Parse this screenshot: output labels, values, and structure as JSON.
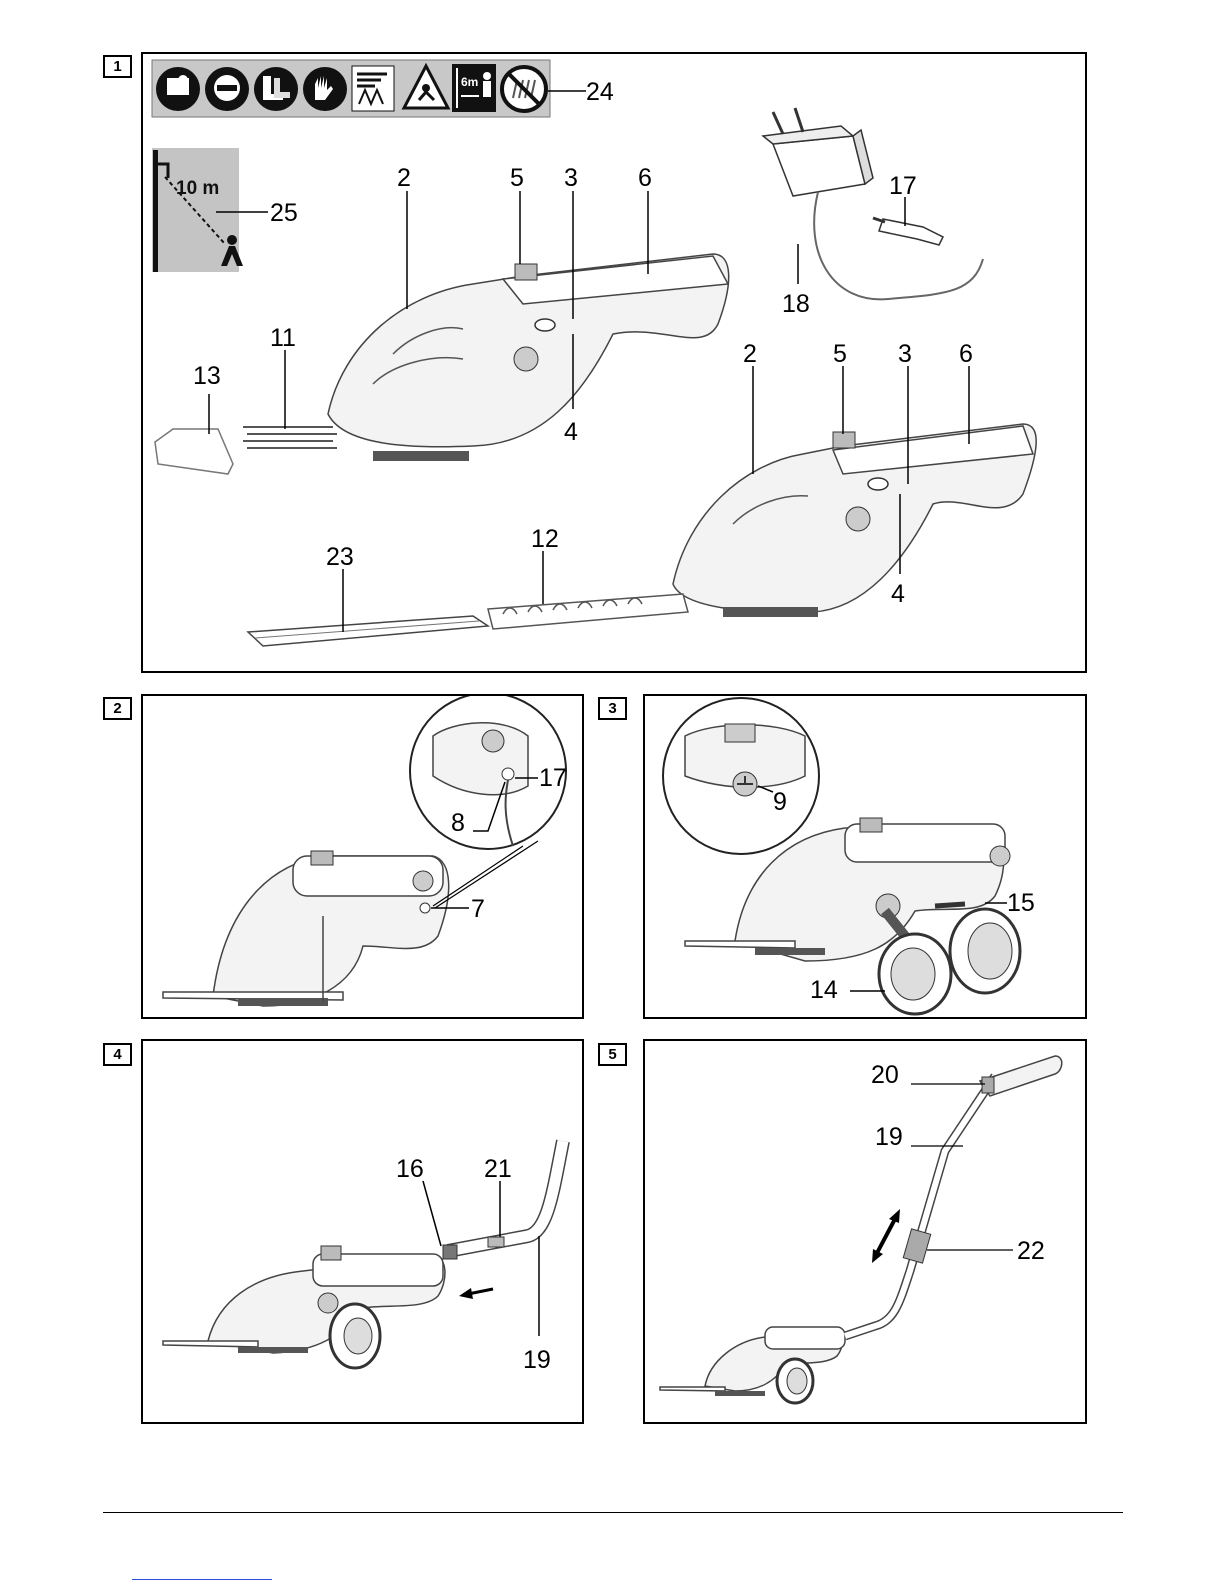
{
  "figures": [
    {
      "number": "1"
    },
    {
      "number": "2"
    },
    {
      "number": "3"
    },
    {
      "number": "4"
    },
    {
      "number": "5"
    }
  ],
  "fig1": {
    "callouts": {
      "c24": "24",
      "c25": "25",
      "c2a": "2",
      "c5a": "5",
      "c3a": "3",
      "c6a": "6",
      "c17": "17",
      "c18": "18",
      "c11": "11",
      "c13": "13",
      "c4a": "4",
      "c2b": "2",
      "c5b": "5",
      "c3b": "3",
      "c6b": "6",
      "c23": "23",
      "c12": "12",
      "c4b": "4"
    },
    "safety_icons": [
      "read-manual-icon",
      "face-protection-icon",
      "safety-boots-icon",
      "gloves-icon",
      "no-rain-icon",
      "thrown-objects-icon",
      "distance-6m-icon",
      "no-wet-grass-icon"
    ],
    "distance_icon_text": "6m",
    "power_line_text": "10 m"
  },
  "fig2": {
    "callouts": {
      "c17": "17",
      "c8": "8",
      "c7": "7"
    }
  },
  "fig3": {
    "callouts": {
      "c9": "9",
      "c15": "15",
      "c14": "14"
    }
  },
  "fig4": {
    "callouts": {
      "c16": "16",
      "c21": "21",
      "c19": "19"
    }
  },
  "fig5": {
    "callouts": {
      "c20": "20",
      "c19": "19",
      "c22": "22"
    }
  }
}
